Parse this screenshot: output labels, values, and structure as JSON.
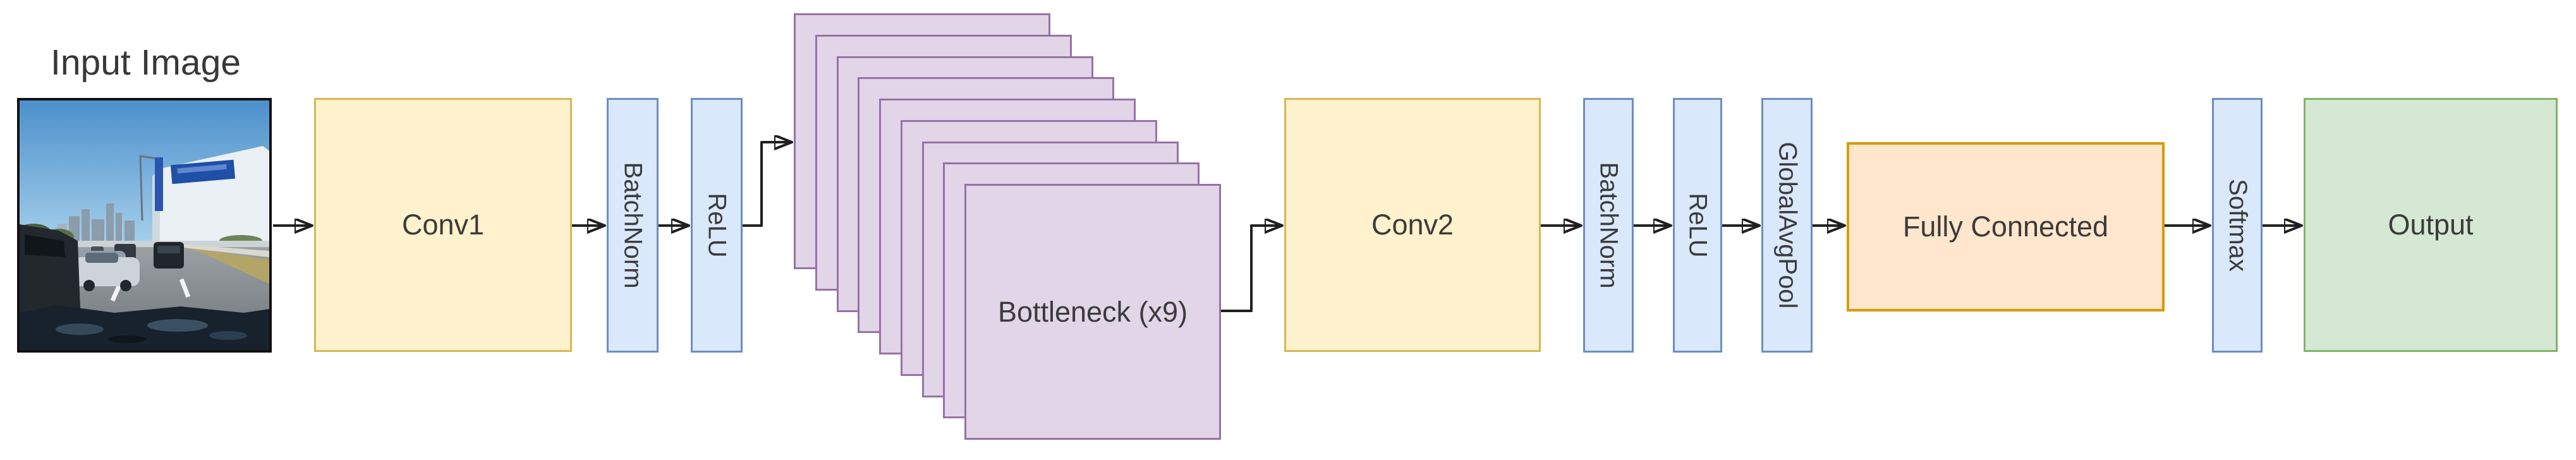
{
  "palette": {
    "conv_fill": "#FFF2CC",
    "conv_stroke": "#D6B656",
    "pillar_fill": "#DAE8FC",
    "pillar_stroke": "#6C8EBF",
    "bottleneck_fill": "#E1D5E7",
    "bottleneck_stroke": "#9673A6",
    "fc_fill": "#FFE6CC",
    "fc_stroke": "#D79B00",
    "output_fill": "#D5E8D4",
    "output_stroke": "#82B366",
    "connector": "#1F1F1F",
    "label": "#3B3B3B"
  },
  "diagram": {
    "input_label": "Input Image",
    "photo_alt": "dashcam street scene with cars, road lanes, buildings and blue sky",
    "nodes": {
      "conv1": {
        "label": "Conv1"
      },
      "batchnorm1": {
        "label": "BatchNorm"
      },
      "relu1": {
        "label": "ReLU"
      },
      "bottleneck": {
        "label": "Bottleneck (x9)",
        "stack_count": 9
      },
      "conv2": {
        "label": "Conv2"
      },
      "batchnorm2": {
        "label": "BatchNorm"
      },
      "relu2": {
        "label": "ReLU"
      },
      "globalavgpool": {
        "label": "GlobalAvgPool"
      },
      "fully_connected": {
        "label": "Fully Connected"
      },
      "softmax": {
        "label": "Softmax"
      },
      "output": {
        "label": "Output"
      }
    },
    "flow_order": [
      "Input Image",
      "Conv1",
      "BatchNorm",
      "ReLU",
      "Bottleneck (x9)",
      "Conv2",
      "BatchNorm",
      "ReLU",
      "GlobalAvgPool",
      "Fully Connected",
      "Softmax",
      "Output"
    ]
  }
}
